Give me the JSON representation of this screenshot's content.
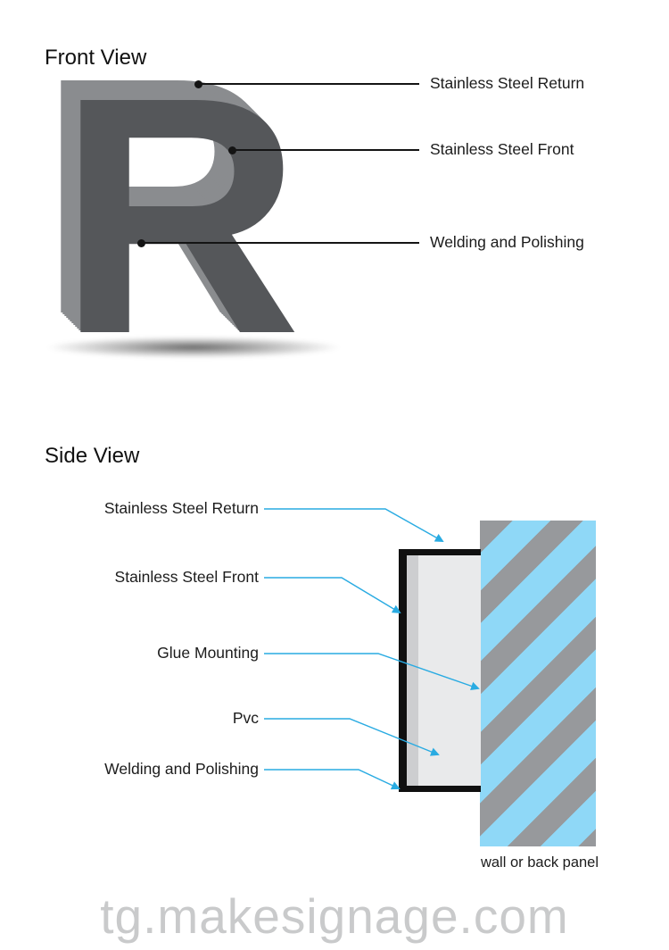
{
  "front_view": {
    "title": "Front View",
    "letter": "R",
    "callouts": [
      "Stainless Steel Return",
      "Stainless Steel Front",
      "Welding and Polishing"
    ]
  },
  "side_view": {
    "title": "Side View",
    "callouts": [
      "Stainless Steel Return",
      "Stainless Steel Front",
      "Glue Mounting",
      "Pvc",
      "Welding and Polishing"
    ],
    "wall_label": "wall or back panel"
  },
  "watermark": "tg.makesignage.com",
  "colors": {
    "letter_front": "#55575a",
    "letter_return": "#8a8c8f",
    "leader_line": "#29abe2",
    "wall_blue": "#8fd8f7",
    "wall_stripe_gray": "#97999c"
  }
}
